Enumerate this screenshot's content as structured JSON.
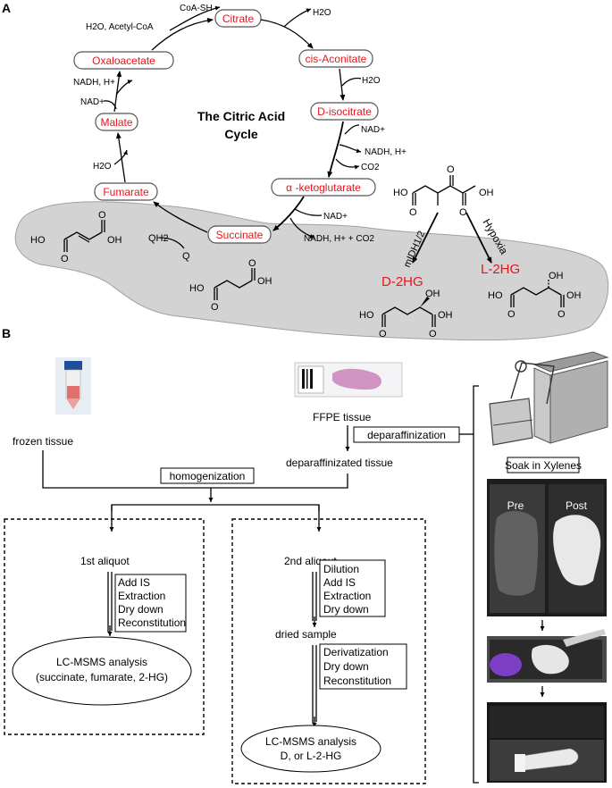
{
  "panels": {
    "a_label": "A",
    "b_label": "B"
  },
  "cycle": {
    "title_line1": "The Citric Acid",
    "title_line2": "Cycle",
    "metabolites": {
      "citrate": "Citrate",
      "cis_aconitate": "cis-Aconitate",
      "d_isocitrate": "D-isocitrate",
      "akg": "α -ketoglutarate",
      "succinate": "Succinate",
      "fumarate": "Fumarate",
      "malate": "Malate",
      "oxaloacetate": "Oxaloacetate"
    },
    "cofactors": {
      "coa_sh": "CoA-SH",
      "h2o_acetyl": "H2O, Acetyl-CoA",
      "h2o_top": "H2O",
      "h2o_right": "H2O",
      "nad_1": "NAD+",
      "nadh_1": "NADH, H+",
      "co2_1": "CO2",
      "nad_2": "NAD+",
      "nadh_co2": "NADH, H+ + CO2",
      "qh2": "QH2",
      "q": "Q",
      "h2o_left": "H2O",
      "nad_left": "NAD+",
      "nadh_left": "NADH, H+"
    },
    "oncometabolites": {
      "d2hg": "D-2HG",
      "l2hg": "L-2HG",
      "midh": "mIDH1/2",
      "hypoxia": "Hypoxia"
    },
    "chem": {
      "ho": "HO",
      "oh": "OH",
      "o": "O"
    }
  },
  "workflow": {
    "frozen_tissue": "frozen tissue",
    "ffpe_tissue": "FFPE tissue",
    "deparaffinization": "deparaffinization",
    "deparaffinized_tissue": "deparaffinizated tissue",
    "homogenization": "homogenization",
    "aliquot1": "1st aliquot",
    "aliquot1_steps": [
      "Add IS",
      "Extraction",
      "Dry down",
      "Reconstitution"
    ],
    "analysis1_line1": "LC-MSMS analysis",
    "analysis1_line2": "(succinate, fumarate, 2-HG)",
    "aliquot2": "2nd aliqout",
    "aliquot2_steps": [
      "Dilution",
      "Add IS",
      "Extraction",
      "Dry down"
    ],
    "dried_sample": "dried sample",
    "deriv_steps": [
      "Derivatization",
      "Dry down",
      "Reconstitution"
    ],
    "analysis2_line1": "LC-MSMS analysis",
    "analysis2_line2": "D, or L-2-HG",
    "soak": "Soak in Xylenes",
    "pre": "Pre",
    "post": "Post"
  },
  "colors": {
    "metabolite_text": "#e8141c",
    "tissue_blob": "#d3d3d3",
    "outline": "#000000"
  }
}
